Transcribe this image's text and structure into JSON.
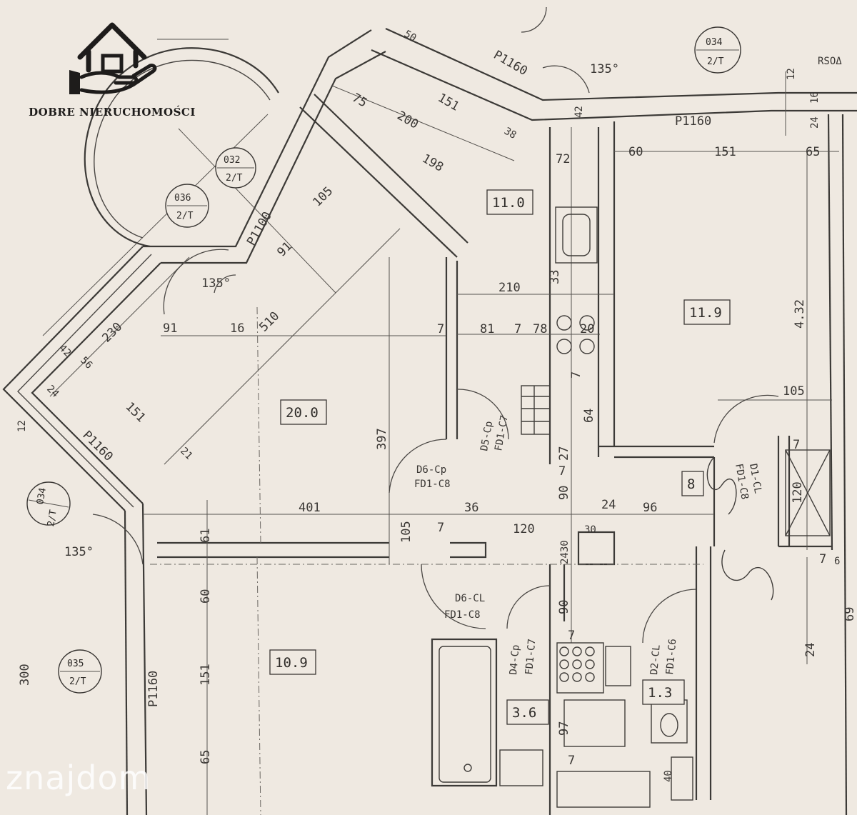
{
  "logo": {
    "name": "DOBRE NIERUCHOMOŚCI",
    "icon": "house-hand-icon"
  },
  "watermark": "znajdom",
  "rooms": [
    {
      "id": "living",
      "area": "20.0"
    },
    {
      "id": "room-top",
      "area": "11.0"
    },
    {
      "id": "room-right",
      "area": "11.9"
    },
    {
      "id": "room-bottom-left",
      "area": "10.9"
    },
    {
      "id": "bathroom",
      "area": "3.6"
    },
    {
      "id": "wc",
      "area": "1.3"
    },
    {
      "id": "corridor",
      "area": "8"
    }
  ],
  "detail_tags": [
    {
      "id": "tag-034-top",
      "top": "034",
      "bottom": "2/T"
    },
    {
      "id": "tag-036",
      "top": "036",
      "bottom": "2/T"
    },
    {
      "id": "tag-032",
      "top": "032",
      "bottom": "2/T"
    },
    {
      "id": "tag-034-left",
      "top": "034",
      "bottom": "2/T"
    },
    {
      "id": "tag-035",
      "top": "035",
      "bottom": "2/T"
    }
  ],
  "window_labels": [
    "P1160",
    "P1160",
    "P1160",
    "P1160",
    "P1100"
  ],
  "door_labels": [
    "D6-Cp",
    "FD1-C8",
    "D5-Cp",
    "FD1-C7",
    "D6-CL",
    "FD1-C8",
    "D4-Cp",
    "FD1-C7",
    "D2-CL",
    "FD1-C6",
    "D1-CL",
    "FD1-C8"
  ],
  "angles": [
    "135°",
    "135°",
    "135°"
  ],
  "dimensions": {
    "top_band": [
      "200",
      "75",
      "151",
      "198",
      "38",
      "105",
      "91",
      "50",
      "60",
      "151",
      "65",
      "72",
      "12",
      "24",
      "16",
      "42"
    ],
    "middle": [
      "210",
      "81",
      "7",
      "78",
      "7",
      "20",
      "33",
      "397",
      "510",
      "230",
      "91",
      "16",
      "42",
      "56",
      "24",
      "151",
      "21",
      "12",
      "4.32"
    ],
    "lower": [
      "401",
      "105",
      "7",
      "36",
      "120",
      "7",
      "24",
      "96",
      "2430",
      "30",
      "27",
      "90",
      "64",
      "7",
      "105",
      "7",
      "120",
      "7"
    ],
    "bottom": [
      "61",
      "60",
      "151",
      "65",
      "300",
      "90",
      "7",
      "97",
      "7",
      "40",
      "24",
      "69",
      "6"
    ]
  },
  "marks": {
    "rso": "RSOΔ"
  }
}
